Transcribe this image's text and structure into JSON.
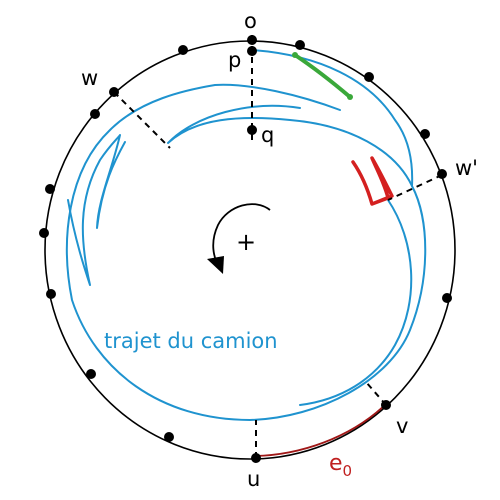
{
  "labels": {
    "o": "o",
    "p": "p",
    "q": "q",
    "w": "w",
    "w_prime": "w'",
    "v": "v",
    "u": "u",
    "rotation": "+",
    "route": "trajet du camion",
    "e0_base": "e",
    "e0_sub": "0"
  },
  "colors": {
    "circle": "#000000",
    "route": "#1f93cf",
    "highlight_green": "#3aa83a",
    "highlight_red": "#d42020",
    "arc_e0": "#a01818",
    "dots": "#000000"
  },
  "icons": {
    "rotation": "counterclockwise-arrow-icon"
  }
}
